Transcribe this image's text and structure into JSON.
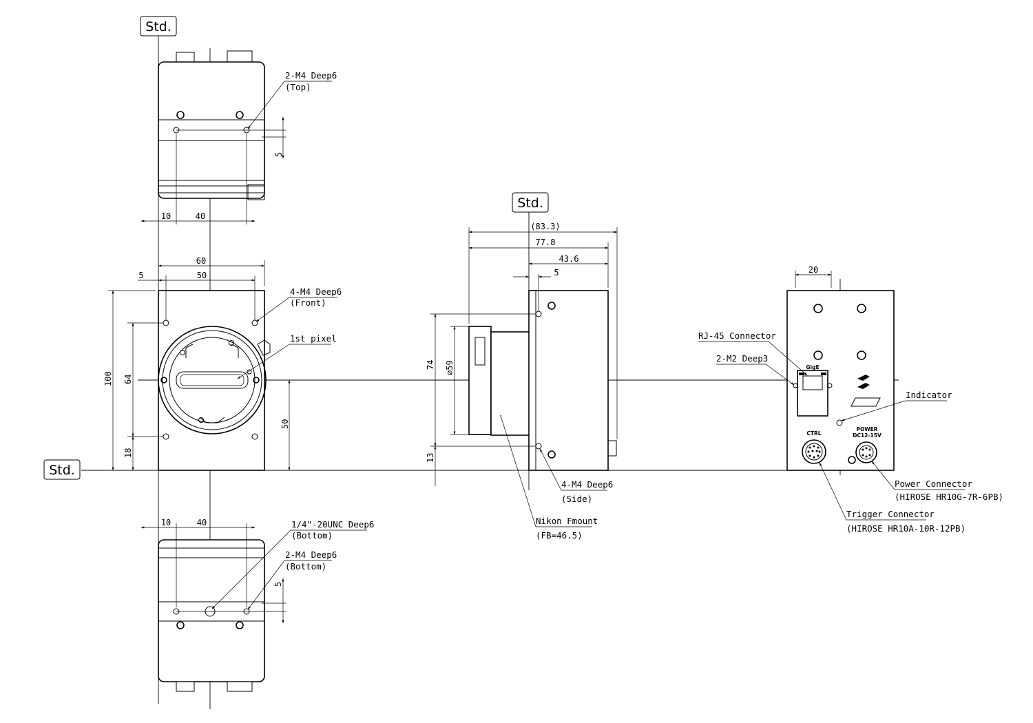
{
  "std_label": "Std.",
  "top_view": {
    "hole_callout": "2-M4 Deep6",
    "hole_sub": "(Top)",
    "dim_10": "10",
    "dim_40": "40",
    "dim_5": "5"
  },
  "front_view": {
    "dim_60": "60",
    "dim_50": "50",
    "dim_5": "5",
    "dim_100": "100",
    "dim_64": "64",
    "dim_18": "18",
    "dim_50_v": "50",
    "hole_callout": "4-M4 Deep6",
    "hole_sub": "(Front)",
    "pixel_callout": "1st pixel"
  },
  "bottom_view": {
    "dim_10": "10",
    "dim_40": "40",
    "dim_5": "5",
    "tripod_callout": "1/4\"-20UNC Deep6",
    "tripod_sub": "(Bottom)",
    "hole_callout": "2-M4 Deep6",
    "hole_sub": "(Bottom)"
  },
  "side_view": {
    "dim_83_3": "(83.3)",
    "dim_77_8": "77.8",
    "dim_43_6": "43.6",
    "dim_5": "5",
    "dim_74": "74",
    "dim_dia59": "⌀59",
    "dim_13": "13",
    "hole_callout": "4-M4 Deep6",
    "hole_sub": "(Side)",
    "mount_callout": "Nikon Fmount",
    "mount_sub": "(FB=46.5)"
  },
  "rear_view": {
    "dim_20": "20",
    "rj45_callout": "RJ-45 Connector",
    "m2_callout": "2-M2 Deep3",
    "indicator_callout": "Indicator",
    "gige_text": "GigE",
    "ctrl_text": "CTRL",
    "power_text": "POWER",
    "power_spec_text": "DC12-15V",
    "power_callout": "Power Connector",
    "power_sub": "(HIROSE HR10G-7R-6PB)",
    "trigger_callout": "Trigger Connector",
    "trigger_sub": "(HIROSE HR10A-10R-12PB)"
  }
}
